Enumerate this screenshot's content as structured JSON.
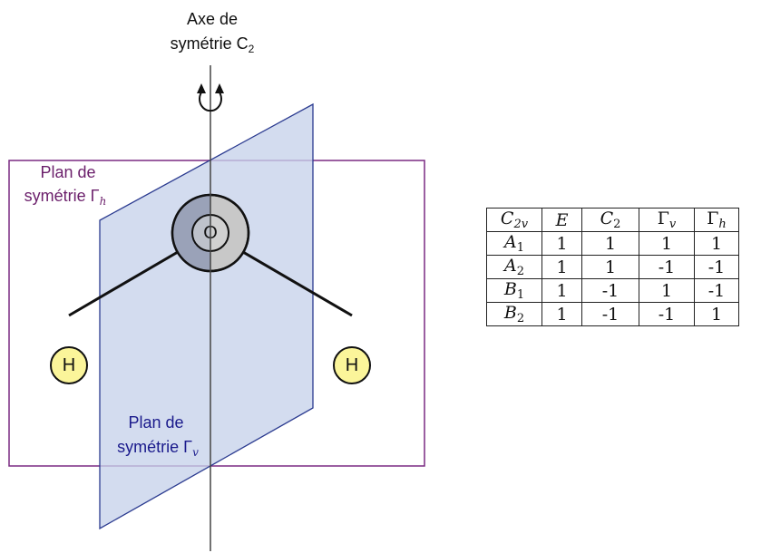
{
  "axis_label": {
    "line1": "Axe de",
    "line2_prefix": "symétrie C",
    "line2_sub": "2"
  },
  "plane_h_label": {
    "line1": "Plan de",
    "line2_prefix": "symétrie Γ",
    "line2_sub": "h"
  },
  "plane_v_label": {
    "line1": "Plan de",
    "line2_prefix": "symétrie Γ",
    "line2_sub": "v"
  },
  "atoms": {
    "oxygen": "O",
    "hydrogen_left": "H",
    "hydrogen_right": "H"
  },
  "colors": {
    "plane_h_border": "#7a2a82",
    "plane_v_fill": "#c7d2ea",
    "plane_v_border": "#2b3b90",
    "axis": "#444444",
    "oxygen_fill_left": "#9aa2b8",
    "oxygen_fill_right": "#c8c8c8",
    "hydrogen_fill": "#fbf59a"
  },
  "table": {
    "header": [
      {
        "main": "C",
        "sub": "2v"
      },
      {
        "main": "E",
        "sub": ""
      },
      {
        "main": "C",
        "sub": "2"
      },
      {
        "main": "Γ",
        "sub": "v"
      },
      {
        "main": "Γ",
        "sub": "h"
      }
    ],
    "rows": [
      {
        "main": "A",
        "sub": "1",
        "values": [
          "1",
          "1",
          "1",
          "1"
        ]
      },
      {
        "main": "A",
        "sub": "2",
        "values": [
          "1",
          "1",
          "-1",
          "-1"
        ]
      },
      {
        "main": "B",
        "sub": "1",
        "values": [
          "1",
          "-1",
          "1",
          "-1"
        ]
      },
      {
        "main": "B",
        "sub": "2",
        "values": [
          "1",
          "-1",
          "-1",
          "1"
        ]
      }
    ]
  }
}
